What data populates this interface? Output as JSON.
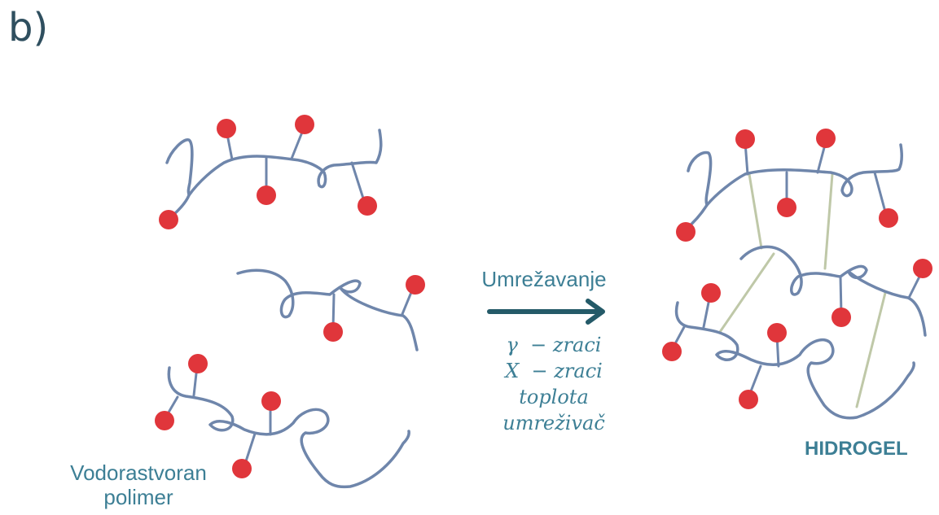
{
  "panel_label": "b)",
  "process": {
    "label": "Umrežavanje",
    "methods": [
      "γ  − zraci",
      "X  − zraci",
      "toplota",
      "umreživač"
    ]
  },
  "left_caption": {
    "line1": "Vodorastvoran",
    "line2": "polimer"
  },
  "right_caption": "HIDROGEL",
  "colors": {
    "chain": "#6f86ab",
    "bead": "#e0363b",
    "crosslink": "#bfc8a8",
    "arrow": "#245a68",
    "text": "#3d7f95"
  }
}
